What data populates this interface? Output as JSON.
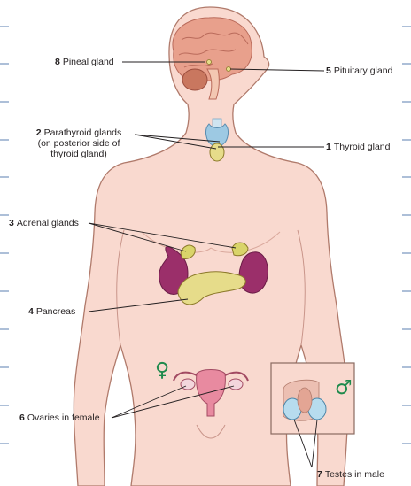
{
  "labels": {
    "pineal": {
      "num": "8",
      "text": "Pineal gland"
    },
    "pituitary": {
      "num": "5",
      "text": "Pituitary gland"
    },
    "parathyroid": {
      "num": "2",
      "line1": "Parathyroid glands",
      "line2": "(on posterior side of",
      "line3": "thyroid gland)"
    },
    "thyroid": {
      "num": "1",
      "text": "Thyroid gland"
    },
    "adrenal": {
      "num": "3",
      "text": "Adrenal glands"
    },
    "pancreas": {
      "num": "4",
      "text": "Pancreas"
    },
    "ovaries": {
      "num": "6",
      "text": "Ovaries in female"
    },
    "testes": {
      "num": "7",
      "text": "Testes in male"
    }
  },
  "symbols": {
    "female": "♀",
    "male": "♂"
  },
  "colors": {
    "skin": "#f9d9cf",
    "skin_outline": "#b07a6b",
    "brain": "#e8a08c",
    "kidney": "#9b2f6a",
    "adrenal": "#d9d46a",
    "pancreas": "#e6dc8a",
    "thyroid_blue": "#9dc9e3",
    "gender_symbol": "#1f8a4c",
    "leader_line": "#231f20"
  }
}
